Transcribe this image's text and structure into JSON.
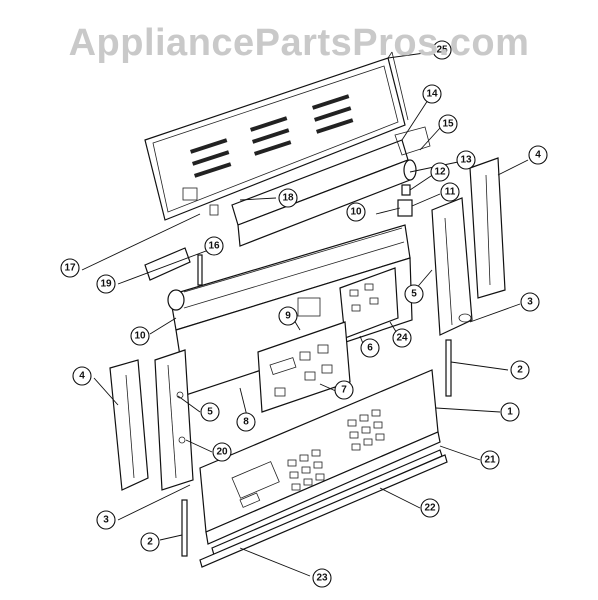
{
  "watermark": "AppliancePartsPros.com",
  "callouts": [
    {
      "id": "c25",
      "label": "25"
    },
    {
      "id": "c14",
      "label": "14"
    },
    {
      "id": "c15",
      "label": "15"
    },
    {
      "id": "c13",
      "label": "13"
    },
    {
      "id": "c4a",
      "label": "4"
    },
    {
      "id": "c18",
      "label": "18"
    },
    {
      "id": "c12",
      "label": "12"
    },
    {
      "id": "c11",
      "label": "11"
    },
    {
      "id": "c10a",
      "label": "10"
    },
    {
      "id": "c16",
      "label": "16"
    },
    {
      "id": "c17",
      "label": "17"
    },
    {
      "id": "c19",
      "label": "19"
    },
    {
      "id": "c5a",
      "label": "5"
    },
    {
      "id": "c3a",
      "label": "3"
    },
    {
      "id": "c9",
      "label": "9"
    },
    {
      "id": "c10b",
      "label": "10"
    },
    {
      "id": "c24",
      "label": "24"
    },
    {
      "id": "c6",
      "label": "6"
    },
    {
      "id": "c4b",
      "label": "4"
    },
    {
      "id": "c7",
      "label": "7"
    },
    {
      "id": "c2a",
      "label": "2"
    },
    {
      "id": "c5b",
      "label": "5"
    },
    {
      "id": "c8",
      "label": "8"
    },
    {
      "id": "c1",
      "label": "1"
    },
    {
      "id": "c20",
      "label": "20"
    },
    {
      "id": "c21",
      "label": "21"
    },
    {
      "id": "c3b",
      "label": "3"
    },
    {
      "id": "c22",
      "label": "22"
    },
    {
      "id": "c2b",
      "label": "2"
    },
    {
      "id": "c23",
      "label": "23"
    }
  ]
}
